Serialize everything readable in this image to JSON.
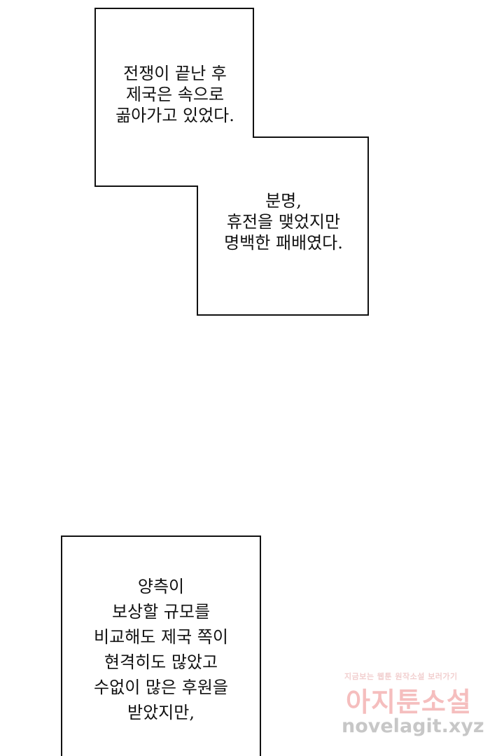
{
  "captions": [
    {
      "lines": [
        "전쟁이 끝난 후",
        "제국은 속으로",
        "곪아가고 있었다."
      ]
    },
    {
      "lines": [
        "분명,",
        "휴전을 맺었지만",
        "명백한 패배였다."
      ]
    },
    {
      "lines": [
        "양측이",
        "보상할 규모를",
        "비교해도 제국 쪽이",
        "현격히도 많았고",
        "수없이 많은 후원을",
        "받았지만,"
      ]
    }
  ],
  "watermark": {
    "tagline": "지금보는 웹툰 원작소설 보러가기",
    "brand": "아지툰소설",
    "url": "novelagit.xyz"
  }
}
